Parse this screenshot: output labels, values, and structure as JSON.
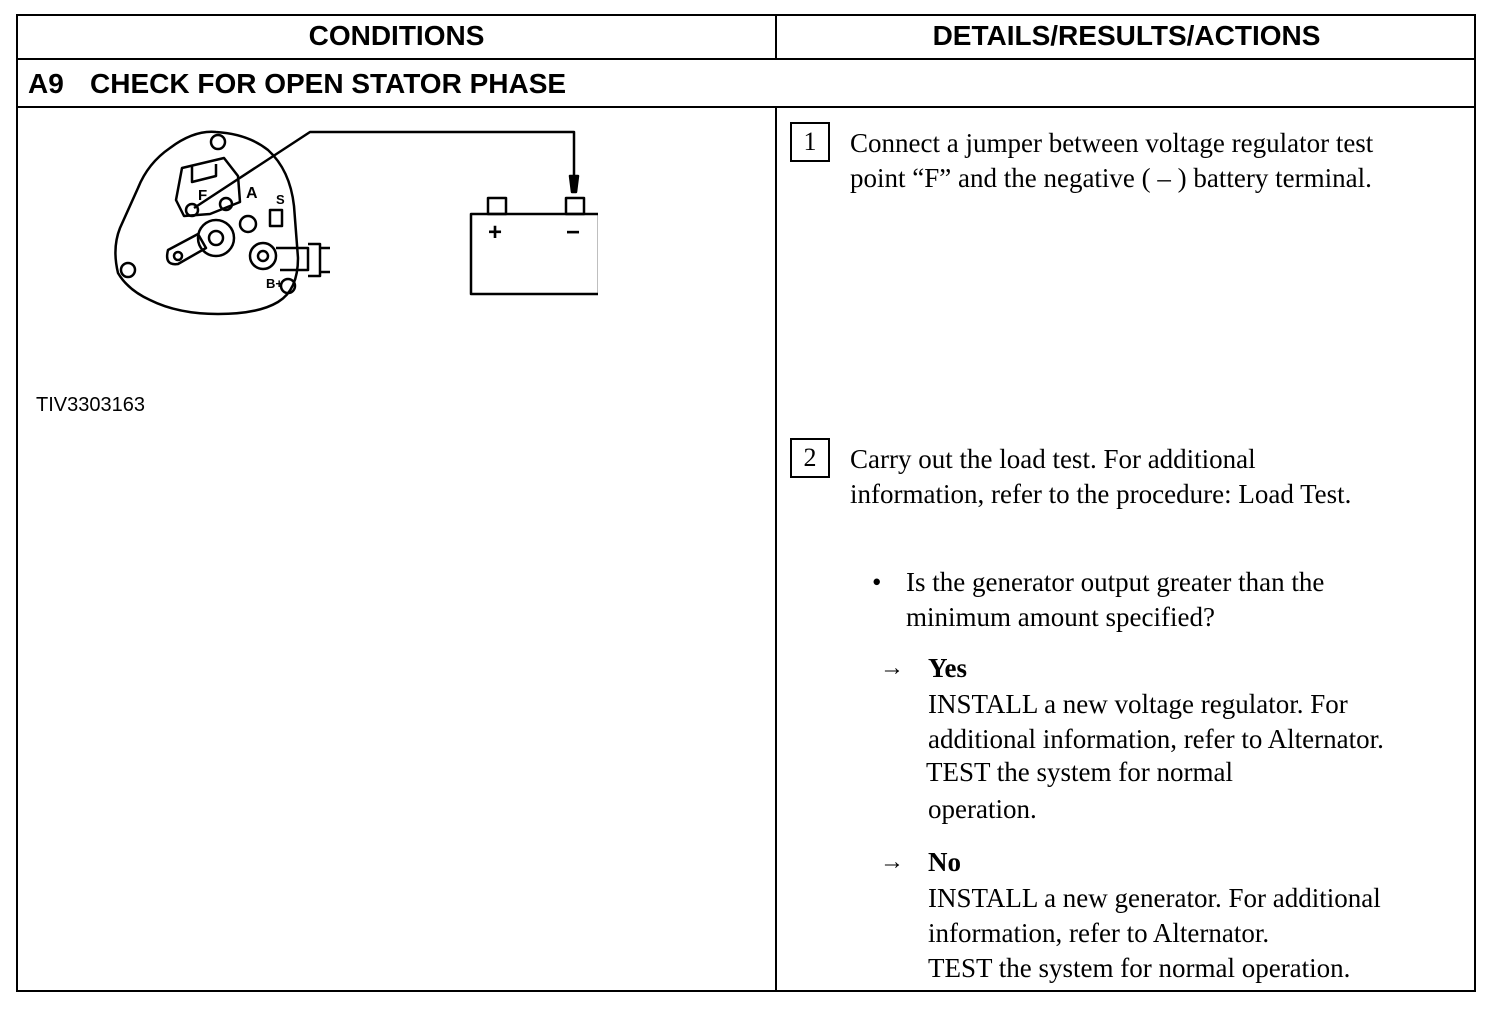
{
  "header": {
    "left_title": "CONDITIONS",
    "right_title": "DETAILS/RESULTS/ACTIONS"
  },
  "section": {
    "code": "A9",
    "title": "CHECK FOR OPEN STATOR PHASE"
  },
  "figure": {
    "reference": "TIV3303163",
    "labels": {
      "terminal_f": "F",
      "terminal_a": "A",
      "terminal_s": "S",
      "terminal_bplus": "B+",
      "battery_plus": "+",
      "battery_minus": "−"
    }
  },
  "steps": [
    {
      "number": "1",
      "lines": [
        "Connect a jumper between voltage regulator test",
        "point “F” and the negative ( – ) battery terminal."
      ]
    },
    {
      "number": "2",
      "lines": [
        "Carry out the load test. For additional",
        "information, refer to the procedure: Load Test."
      ]
    }
  ],
  "question": {
    "bullet": "•",
    "lines": [
      "Is the generator output greater than the",
      "minimum amount specified?"
    ]
  },
  "answers": [
    {
      "arrow": "→",
      "label": "Yes",
      "lines": [
        "INSTALL a new voltage regulator. For",
        "additional information, refer to Alternator.",
        "TEST the system for normal",
        "operation."
      ]
    },
    {
      "arrow": "→",
      "label": "No",
      "lines": [
        "INSTALL a new generator. For additional",
        "information, refer to Alternator.",
        "TEST the system for normal operation."
      ]
    }
  ]
}
